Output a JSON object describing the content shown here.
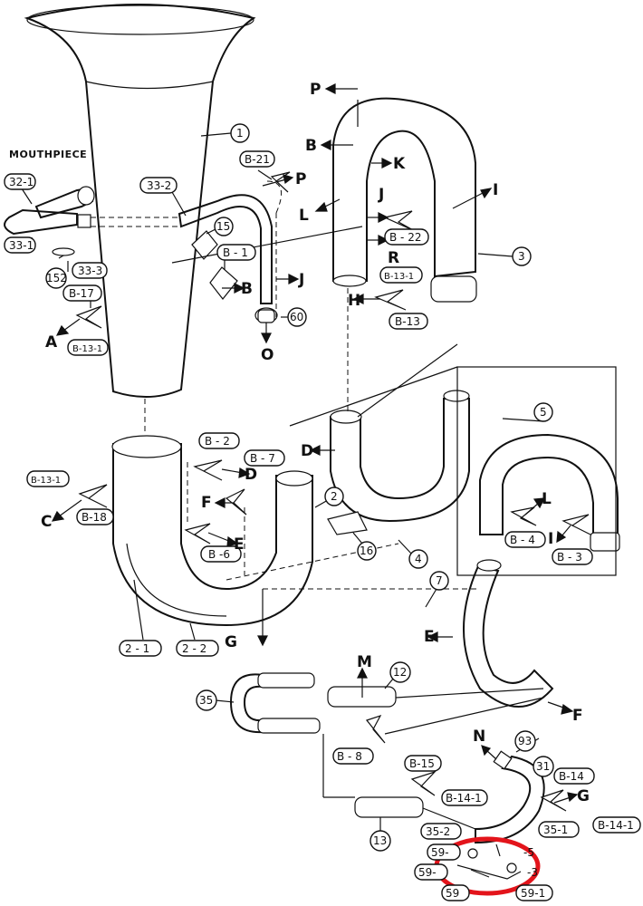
{
  "labels": {
    "mouthpiece": "MOUTHPIECE",
    "p1": "1",
    "p2": "2",
    "p3": "3",
    "p4": "4",
    "p5": "5",
    "p7": "7",
    "p12": "12",
    "p13": "13",
    "p15": "15",
    "p16": "16",
    "p31": "31",
    "p35": "35",
    "p60": "60",
    "p93": "93",
    "p152": "152",
    "p21": "2 - 1",
    "p22": "2 - 2",
    "p32_1": "32-1",
    "p33_1": "33-1",
    "p33_2": "33-2",
    "p33_3": "33-3",
    "p35_1": "35-1",
    "p35_2": "35-2",
    "p59": "59-",
    "p59a": "59-",
    "p59b": "59",
    "p59_1": "59-1",
    "p59_3": "-3",
    "p59_5": "-5",
    "b1": "B - 1",
    "b2": "B - 2",
    "b3": "B - 3",
    "b4": "B - 4",
    "b6": "B -6",
    "b7": "B - 7",
    "b8": "B - 8",
    "b131a": "B-13-1",
    "b131b": "B-13-1",
    "b131c": "B-13-1",
    "b13": "B-13",
    "b14": "B-14",
    "b14_1a": "B-14-1",
    "b14_1b": "B-14-1",
    "b15": "B-15",
    "b17": "B-17",
    "b18": "B-18",
    "b21": "B-21",
    "b22": "B - 22"
  },
  "letters": {
    "A": "A",
    "B1": "B",
    "B2": "B",
    "C": "C",
    "D1": "D",
    "D2": "D",
    "E1": "E",
    "E2": "E",
    "F1": "F",
    "F2": "F",
    "G1": "G",
    "G2": "G",
    "H": "H",
    "I1": "I",
    "I2": "I",
    "J1": "J",
    "J2": "J",
    "K": "K",
    "L1": "L",
    "L2": "L",
    "M": "M",
    "N": "N",
    "O": "O",
    "P1": "P",
    "P2": "P",
    "R": "R"
  },
  "colors": {
    "line": "#111111",
    "highlight": "#e3141b",
    "background": "#ffffff"
  }
}
